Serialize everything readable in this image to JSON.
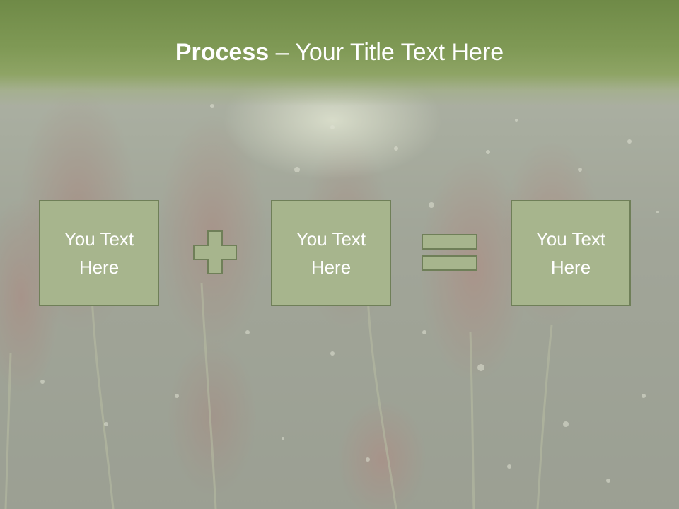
{
  "slide": {
    "title_bold": "Process",
    "title_separator": " – ",
    "title_rest": "Your Title Text Here",
    "boxes": [
      {
        "text": "You Text Here"
      },
      {
        "text": "You Text Here"
      },
      {
        "text": "You Text Here"
      }
    ],
    "operators": [
      "plus-icon",
      "equals-icon"
    ],
    "colors": {
      "header": "#7f9955",
      "box_fill": "#a7b58d",
      "box_border": "#6f7f58",
      "text": "#ffffff"
    }
  }
}
